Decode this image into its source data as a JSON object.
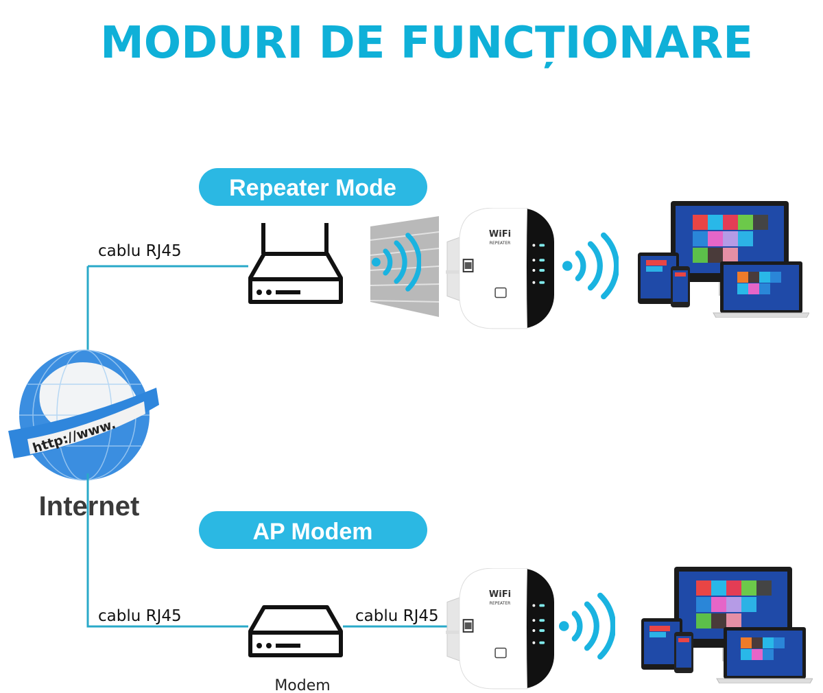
{
  "title": "MODURI DE FUNCȚIONARE",
  "modes": [
    {
      "label": "Repeater Mode"
    },
    {
      "label": "AP Modem"
    }
  ],
  "cables": [
    "cablu RJ45",
    "cablu RJ45",
    "cablu RJ45"
  ],
  "internet": {
    "label": "Internet",
    "globe_text": "http://www."
  },
  "modem_label": "Modem",
  "repeater": {
    "brand": "WiFi",
    "model": "REPEATER"
  },
  "colors": {
    "accent": "#2bb8e3",
    "title": "#0fb0d8",
    "line": "#29a9c9",
    "device_dark": "#111111"
  }
}
